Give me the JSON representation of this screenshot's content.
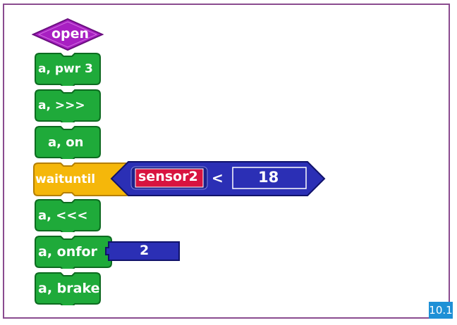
{
  "blocks": {
    "open": "open",
    "pwr": "a, pwr 3",
    "fwd": "a, >>>",
    "on": "a, on",
    "waituntil": "waituntil",
    "sensor": "sensor2",
    "lt": "<",
    "threshold": "18",
    "back": "a, <<<",
    "onfor": "a, onfor",
    "onfor_value": "2",
    "brake": "a, brake"
  },
  "badge": "10.1",
  "colors": {
    "command": "#1faa3a",
    "hat": "#a81fc2",
    "control": "#f5b70a",
    "reporter": "#2b2fb5",
    "sensor": "#d8133f",
    "frame": "#8a4b8f"
  }
}
